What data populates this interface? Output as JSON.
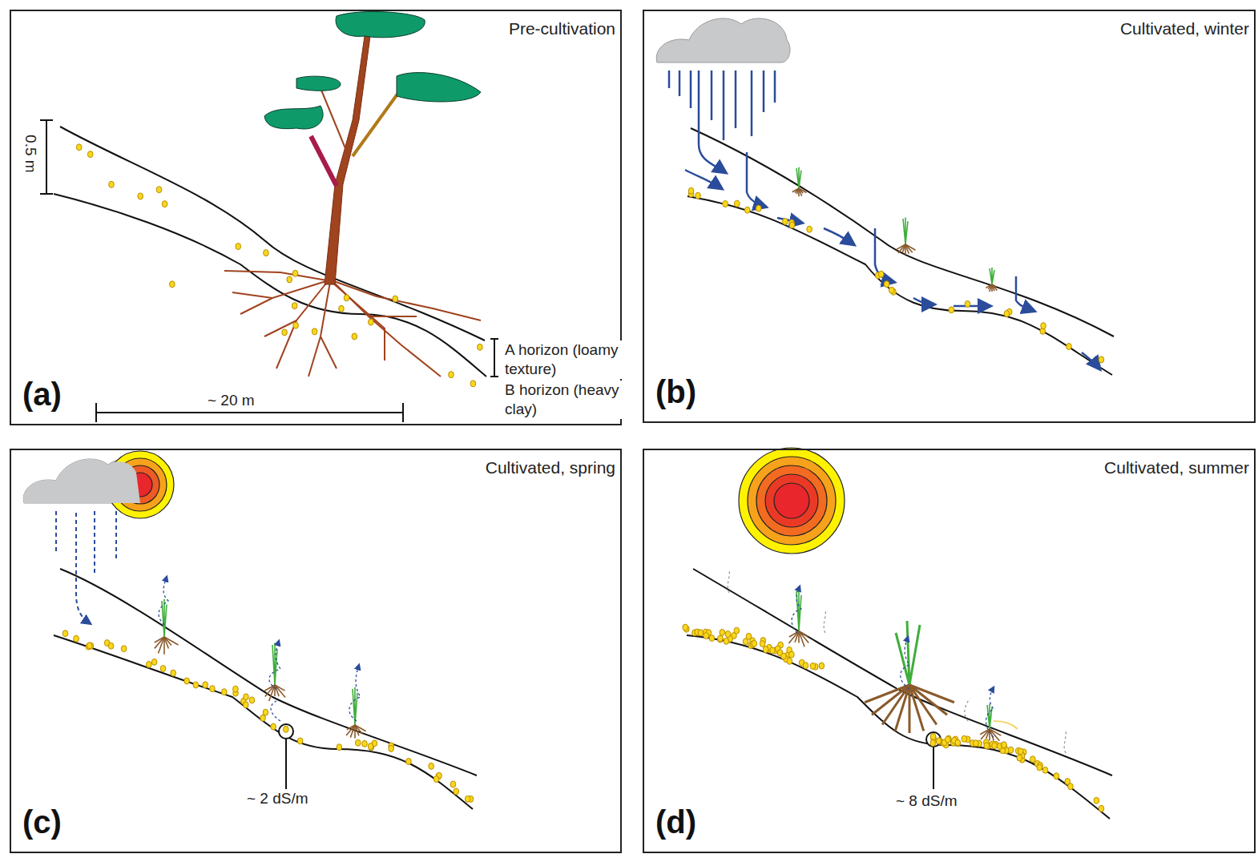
{
  "diagram": {
    "nodes": [
      {
        "text": [
          "Pre-cultivation",
          "(a)"
        ]
      },
      {
        "text": [
          "Cultivated, winter",
          "(b)"
        ]
      },
      {
        "text": [
          "Cultivated, spring",
          "(c)"
        ]
      },
      {
        "text": [
          "Cultivated, summer",
          "(d)"
        ]
      }
    ],
    "labels": [
      "0.5 m",
      "~ 20 m",
      "A horizon (loamy texture)",
      "B horizon (heavy clay)",
      "~ 2 dS/m",
      "~ 8 dS/m"
    ]
  }
}
